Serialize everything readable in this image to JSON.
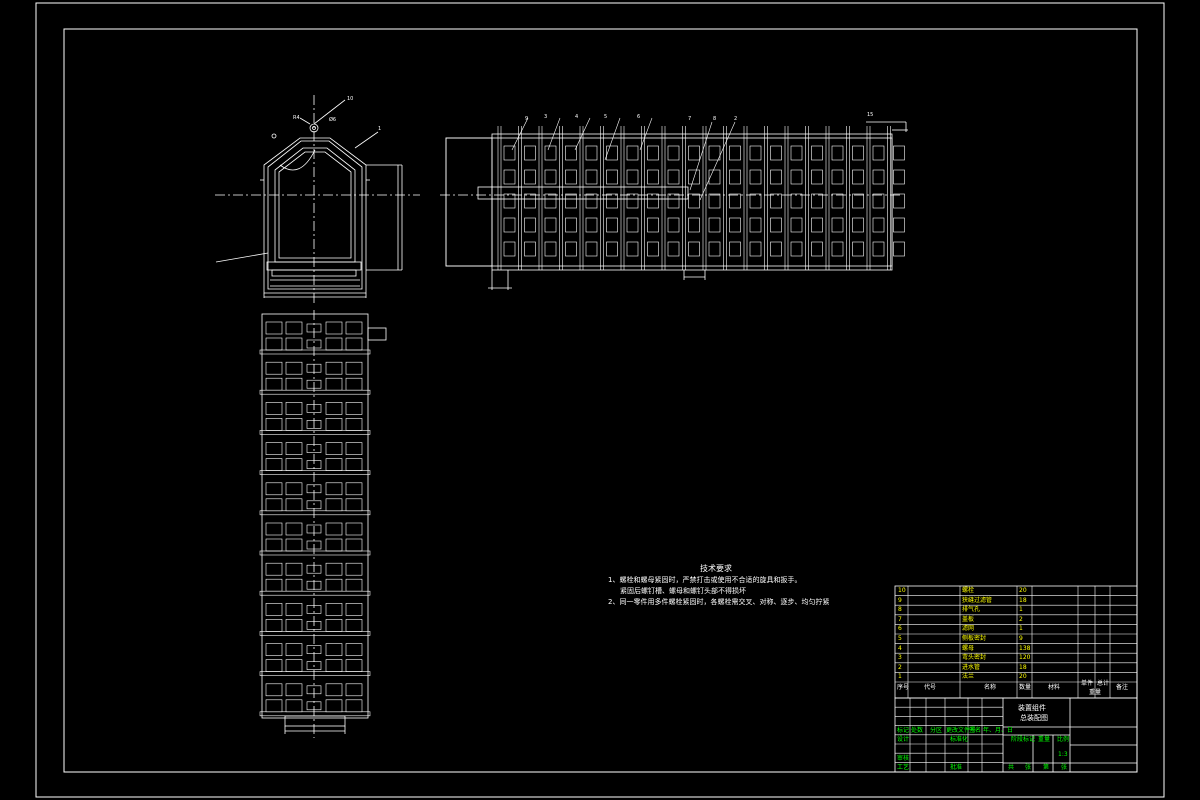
{
  "drawing": {
    "title_line1": "装置组件",
    "title_line2": "总装配图",
    "colors": {
      "background": "#000000",
      "lines": "#ffffff",
      "text_yellow": "#ffff00",
      "text_green": "#00ff00"
    }
  },
  "notes": {
    "title": "技术要求",
    "lines": [
      "1、螺栓和螺母紧固时，严禁打击或使用不合适的旋具和扳手。",
      "紧固后螺钉槽、螺母和螺钉头部不得损坏",
      "2、同一零件用多件螺栓紧固时，各螺栓需交叉、对称、逐步、均匀拧紧"
    ]
  },
  "bom": {
    "rows": [
      {
        "no": "10",
        "name": "螺栓",
        "qty": "20"
      },
      {
        "no": "9",
        "name": "狭缝过滤管",
        "qty": "18"
      },
      {
        "no": "8",
        "name": "排气孔",
        "qty": "1"
      },
      {
        "no": "7",
        "name": "盖板",
        "qty": "2"
      },
      {
        "no": "6",
        "name": "滤网",
        "qty": "1"
      },
      {
        "no": "5",
        "name": "侧板密封",
        "qty": "9"
      },
      {
        "no": "4",
        "name": "螺母",
        "qty": "138"
      },
      {
        "no": "3",
        "name": "弯头密封",
        "qty": "120"
      },
      {
        "no": "2",
        "name": "进水管",
        "qty": "18"
      },
      {
        "no": "1",
        "name": "法兰",
        "qty": "20"
      }
    ],
    "header": {
      "no": "序号",
      "code": "代号",
      "name": "名称",
      "qty": "数量",
      "material": "材料",
      "single_weight": "单件",
      "total_weight": "总计",
      "weight": "重量",
      "remark": "备注"
    }
  },
  "title_block": {
    "row1": [
      "标记",
      "处数",
      "分区",
      "更改文件号",
      "签名",
      "年、月、日"
    ],
    "designer": "设计",
    "standardized": "标准化",
    "reviewer": "审核",
    "process": "工艺",
    "approve": "批准",
    "stage_mark": "阶段标记",
    "weight": "重量",
    "scale": "比例",
    "scale_value": "1:3",
    "sheets": [
      "共",
      "张",
      "第",
      "张"
    ]
  },
  "callouts": [
    "10",
    "R4",
    "Ø6",
    "1",
    "9",
    "3",
    "4",
    "5",
    "6",
    "7",
    "8",
    "2",
    "15"
  ]
}
